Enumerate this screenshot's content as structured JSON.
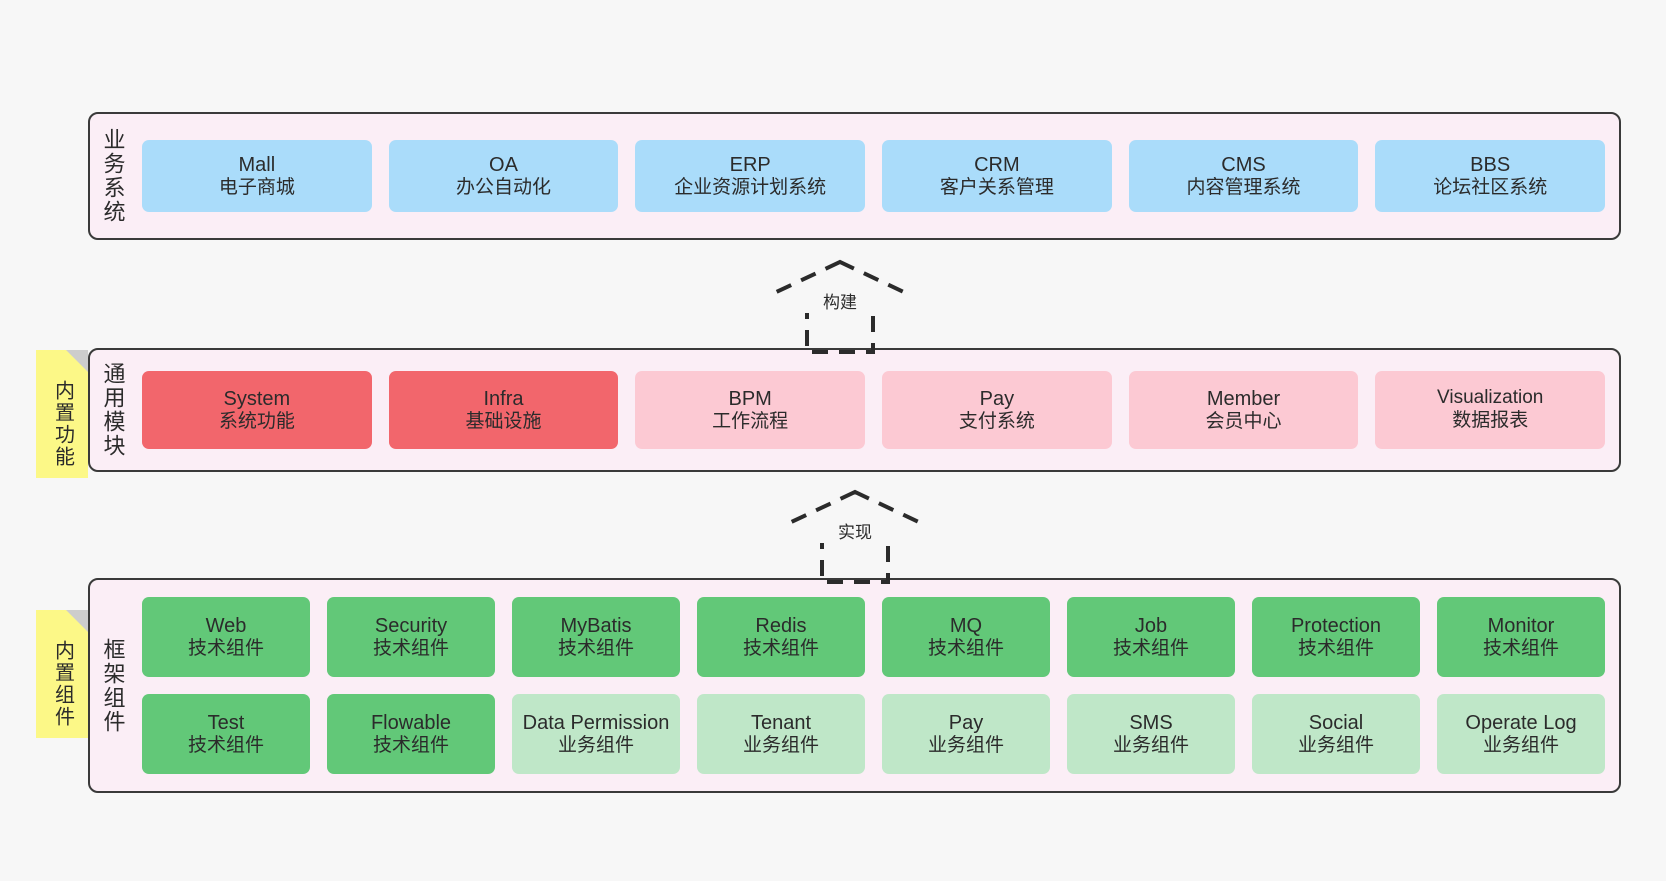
{
  "background_color": "#f7f7f7",
  "layers": [
    {
      "id": "business",
      "title": "业务系统",
      "sticky": null,
      "accent": "#aadcfa",
      "rows": [
        {
          "cells": [
            {
              "name": "Mall",
              "sub": "电子商城",
              "color": "#aadcfa",
              "variant": "c-blue"
            },
            {
              "name": "OA",
              "sub": "办公自动化",
              "color": "#aadcfa",
              "variant": "c-blue"
            },
            {
              "name": "ERP",
              "sub": "企业资源计划系统",
              "color": "#aadcfa",
              "variant": "c-blue"
            },
            {
              "name": "CRM",
              "sub": "客户关系管理",
              "color": "#aadcfa",
              "variant": "c-blue"
            },
            {
              "name": "CMS",
              "sub": "内容管理系统",
              "color": "#aadcfa",
              "variant": "c-blue"
            },
            {
              "name": "BBS",
              "sub": "论坛社区系统",
              "color": "#aadcfa",
              "variant": "c-blue"
            }
          ]
        }
      ]
    },
    {
      "id": "common",
      "title": "通用模块",
      "sticky": "内置功能",
      "accent": "#f2666c",
      "rows": [
        {
          "cells": [
            {
              "name": "System",
              "sub": "系统功能",
              "color": "#f2666c",
              "variant": "c-red"
            },
            {
              "name": "Infra",
              "sub": "基础设施",
              "color": "#f2666c",
              "variant": "c-red"
            },
            {
              "name": "BPM",
              "sub": "工作流程",
              "color": "#fcc9d3",
              "variant": "c-pink"
            },
            {
              "name": "Pay",
              "sub": "支付系统",
              "color": "#fcc9d3",
              "variant": "c-pink"
            },
            {
              "name": "Member",
              "sub": "会员中心",
              "color": "#fcc9d3",
              "variant": "c-pink"
            },
            {
              "name": "Visualization",
              "sub": "数据报表",
              "color": "#fcc9d3",
              "variant": "c-pink"
            }
          ]
        }
      ]
    },
    {
      "id": "framework",
      "title": "框架组件",
      "sticky": "内置组件",
      "accent": "#62c878",
      "rows": [
        {
          "cells": [
            {
              "name": "Web",
              "sub": "技术组件",
              "color": "#62c878",
              "variant": "c-green"
            },
            {
              "name": "Security",
              "sub": "技术组件",
              "color": "#62c878",
              "variant": "c-green"
            },
            {
              "name": "MyBatis",
              "sub": "技术组件",
              "color": "#62c878",
              "variant": "c-green"
            },
            {
              "name": "Redis",
              "sub": "技术组件",
              "color": "#62c878",
              "variant": "c-green"
            },
            {
              "name": "MQ",
              "sub": "技术组件",
              "color": "#62c878",
              "variant": "c-green"
            },
            {
              "name": "Job",
              "sub": "技术组件",
              "color": "#62c878",
              "variant": "c-green"
            },
            {
              "name": "Protection",
              "sub": "技术组件",
              "color": "#62c878",
              "variant": "c-green"
            },
            {
              "name": "Monitor",
              "sub": "技术组件",
              "color": "#62c878",
              "variant": "c-green"
            }
          ]
        },
        {
          "cells": [
            {
              "name": "Test",
              "sub": "技术组件",
              "color": "#62c878",
              "variant": "c-green"
            },
            {
              "name": "Flowable",
              "sub": "技术组件",
              "color": "#62c878",
              "variant": "c-green"
            },
            {
              "name": "Data Permission",
              "sub": "业务组件",
              "color": "#bfe7c8",
              "variant": "c-greenlite"
            },
            {
              "name": "Tenant",
              "sub": "业务组件",
              "color": "#bfe7c8",
              "variant": "c-greenlite"
            },
            {
              "name": "Pay",
              "sub": "业务组件",
              "color": "#bfe7c8",
              "variant": "c-greenlite"
            },
            {
              "name": "SMS",
              "sub": "业务组件",
              "color": "#bfe7c8",
              "variant": "c-greenlite"
            },
            {
              "name": "Social",
              "sub": "业务组件",
              "color": "#bfe7c8",
              "variant": "c-greenlite"
            },
            {
              "name": "Operate Log",
              "sub": "业务组件",
              "color": "#bfe7c8",
              "variant": "c-greenlite"
            }
          ]
        }
      ]
    }
  ],
  "arrows": [
    {
      "id": "build",
      "label": "构建",
      "style": "dashed-hollow-triangle",
      "direction": "up",
      "from": "通用模块",
      "to": "业务系统"
    },
    {
      "id": "realize",
      "label": "实现",
      "style": "dashed-hollow-triangle",
      "direction": "up",
      "from": "框架组件",
      "to": "通用模块"
    }
  ]
}
